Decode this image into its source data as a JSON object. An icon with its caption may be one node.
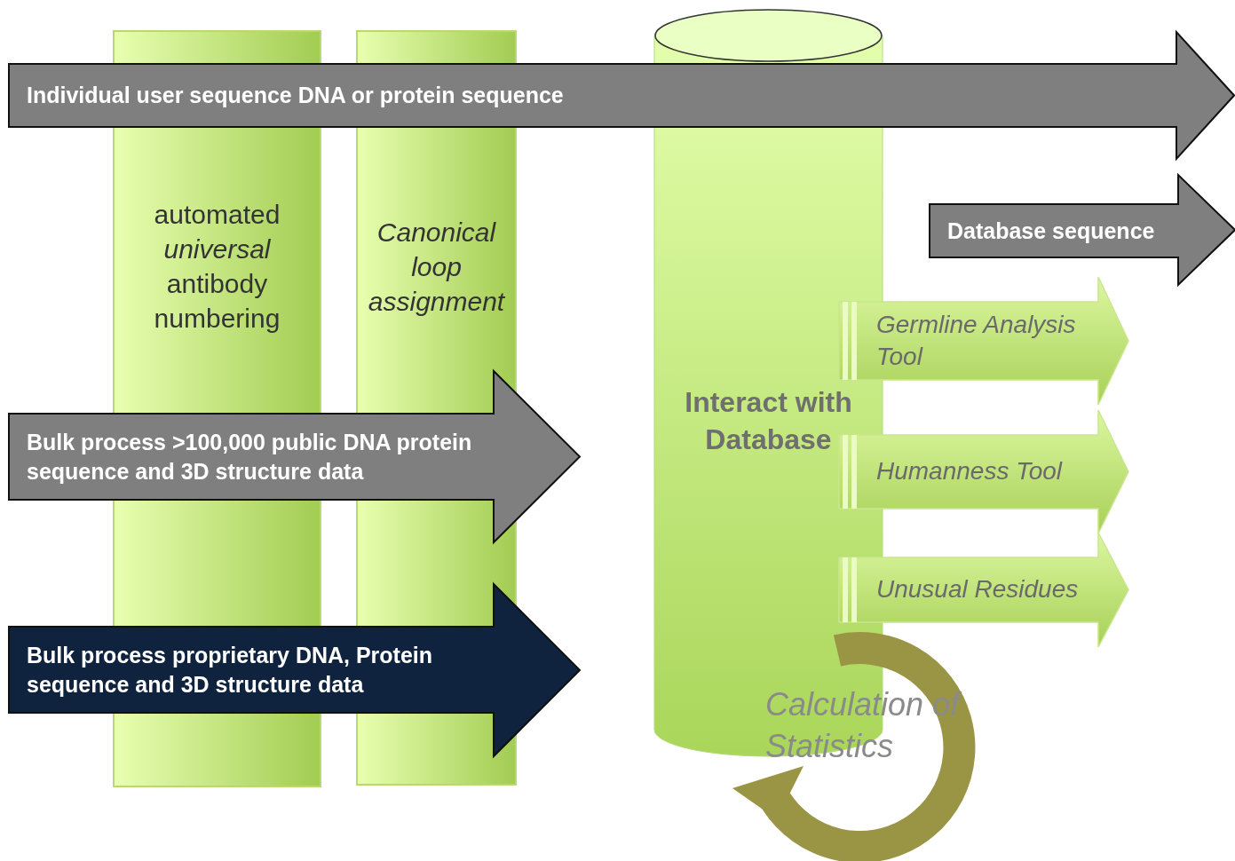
{
  "diagram": {
    "nodes": [
      {
        "text": [
          "automated *universal* antibody numbering"
        ]
      },
      {
        "text": [
          "Canonical loop assignment"
        ]
      },
      {
        "text": [
          "Individual user sequence DNA or protein sequence"
        ]
      },
      {
        "text": [
          "Interact with Database"
        ]
      },
      {
        "text": [
          "Database sequence"
        ]
      },
      {
        "text": [
          "Germline Analysis Tool"
        ]
      },
      {
        "text": [
          "Humanness Tool"
        ]
      },
      {
        "text": [
          "Unusual Residues"
        ]
      },
      {
        "text": [
          "Bulk process >100,000 public DNA protein sequence and 3D structure data"
        ]
      },
      {
        "text": [
          "Bulk process proprietary DNA, Protein sequence and 3D structure data"
        ]
      },
      {
        "text": [
          "Calculation of Statistics"
        ]
      }
    ]
  }
}
